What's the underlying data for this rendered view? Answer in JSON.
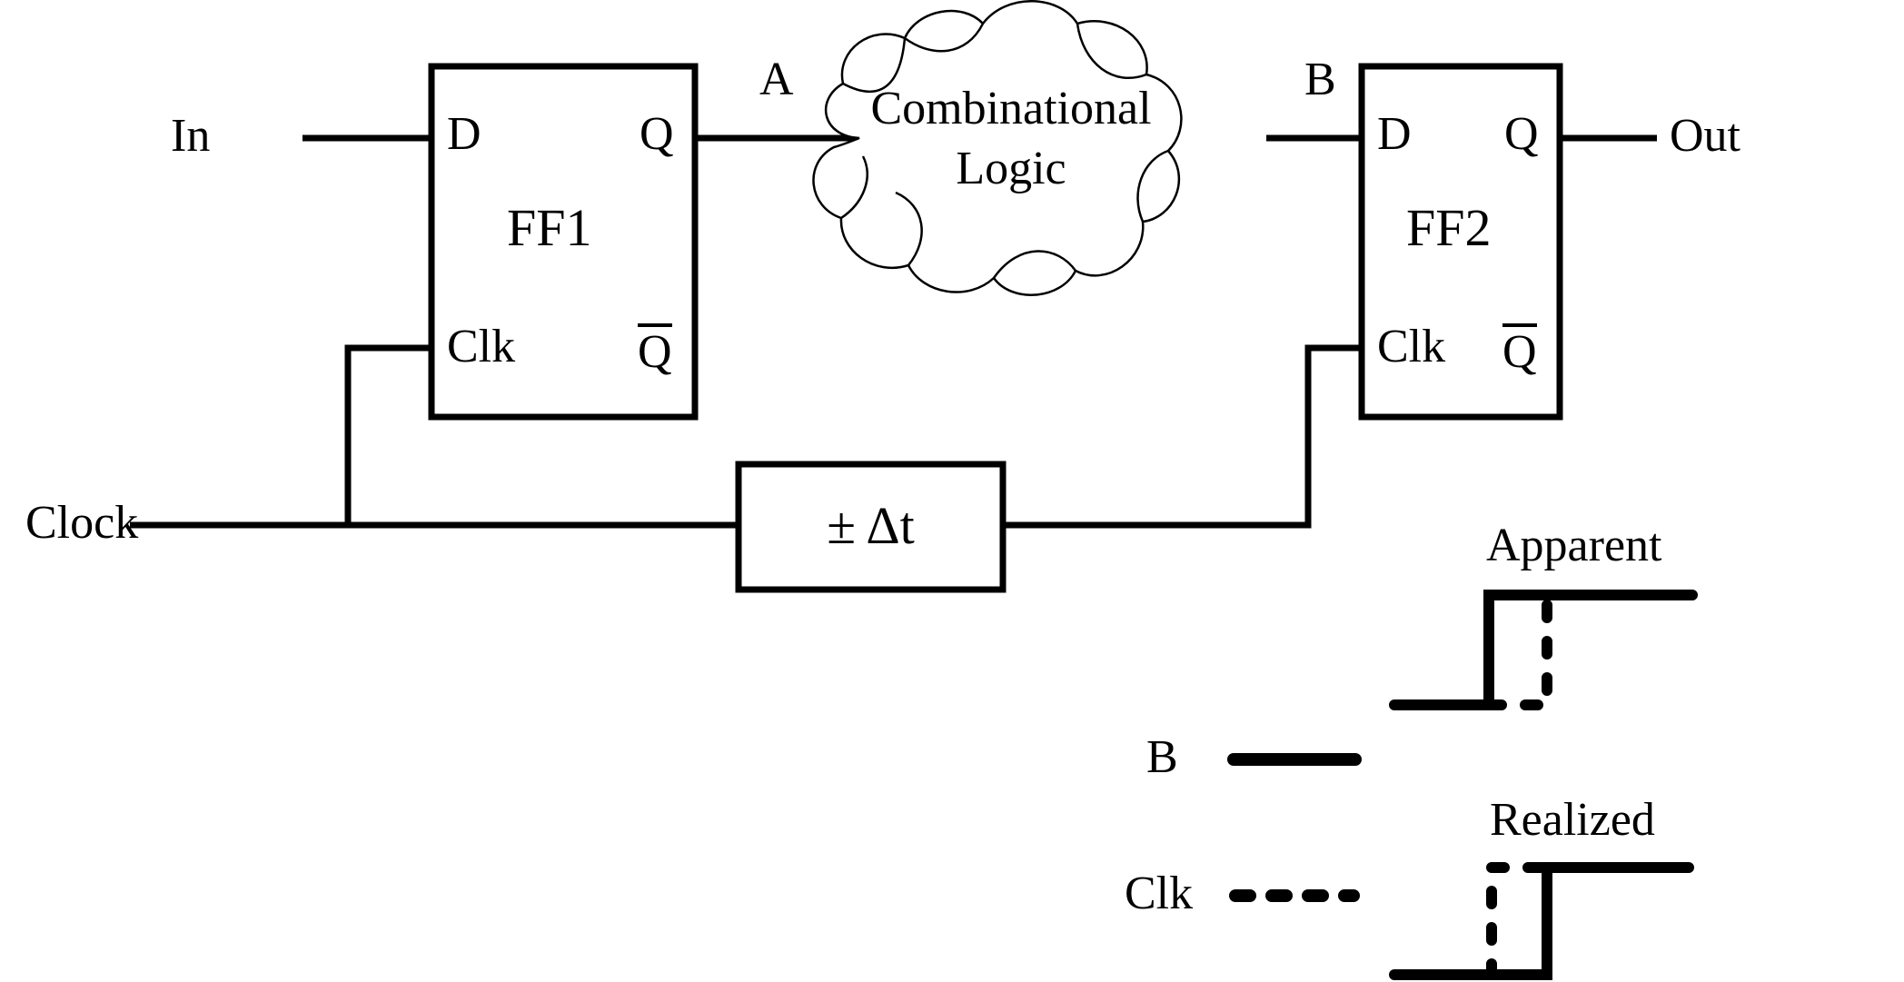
{
  "diagram": {
    "title_visible": false,
    "stroke_color": "#000000",
    "background_color": "#ffffff",
    "signals": {
      "in_label": "In",
      "out_label": "Out",
      "clock_label": "Clock",
      "node_a_label": "A",
      "node_b_label": "B"
    },
    "flipflop1": {
      "name": "FF1",
      "pin_d": "D",
      "pin_q": "Q",
      "pin_clk": "Clk",
      "pin_qbar": "Q"
    },
    "flipflop2": {
      "name": "FF2",
      "pin_d": "D",
      "pin_q": "Q",
      "pin_clk": "Clk",
      "pin_qbar": "Q"
    },
    "cloud": {
      "line1": "Combinational",
      "line2": "Logic"
    },
    "delay_block": {
      "label": "± Δt"
    },
    "legend": {
      "entries": [
        {
          "label": "B",
          "style": "solid"
        },
        {
          "label": "Clk",
          "style": "dashed"
        }
      ]
    },
    "waveforms": [
      {
        "title": "Apparent",
        "description": "B (solid) rises before Clk (dashed)",
        "first_edge": "B",
        "second_edge": "Clk"
      },
      {
        "title": "Realized",
        "description": "Clk (dashed) rises before B (solid)",
        "first_edge": "Clk",
        "second_edge": "B"
      }
    ]
  }
}
